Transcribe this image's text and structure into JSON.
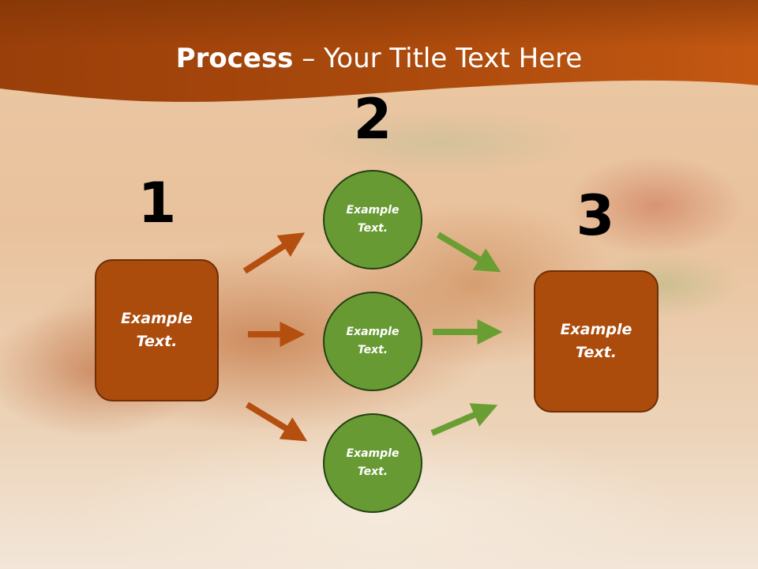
{
  "slide": {
    "title_bold": "Process",
    "title_rest": " – Your Title Text Here",
    "steps": [
      "1",
      "2",
      "3"
    ],
    "start_box": {
      "text": "Example\nText."
    },
    "end_box": {
      "text": "Example\nText."
    },
    "circles": [
      {
        "text": "Example\nText."
      },
      {
        "text": "Example\nText."
      },
      {
        "text": "Example\nText."
      }
    ]
  },
  "colors": {
    "header": "#b14f0e",
    "box_fill": "#ab4b0c",
    "circle_fill": "#689a34",
    "arrow_orange": "#b44f10",
    "arrow_green": "#6a9e32"
  }
}
